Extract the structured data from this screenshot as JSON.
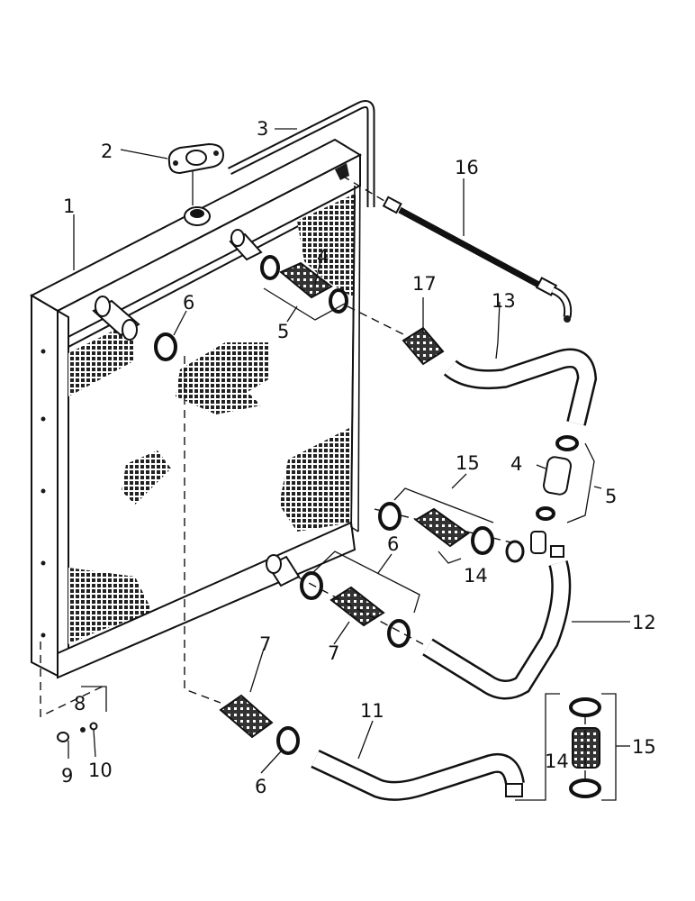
{
  "callouts": {
    "c1": "1",
    "c2": "2",
    "c3": "3",
    "c4a": "4",
    "c4b": "4",
    "c5a": "5",
    "c5b": "5",
    "c6a": "6",
    "c6b": "6",
    "c6c": "6",
    "c7a": "7",
    "c7b": "7",
    "c8": "8",
    "c9": "9",
    "c10": "10",
    "c11": "11",
    "c12": "12",
    "c13": "13",
    "c14a": "14",
    "c14b": "14",
    "c15a": "15",
    "c15b": "15",
    "c16": "16",
    "c17": "17"
  }
}
